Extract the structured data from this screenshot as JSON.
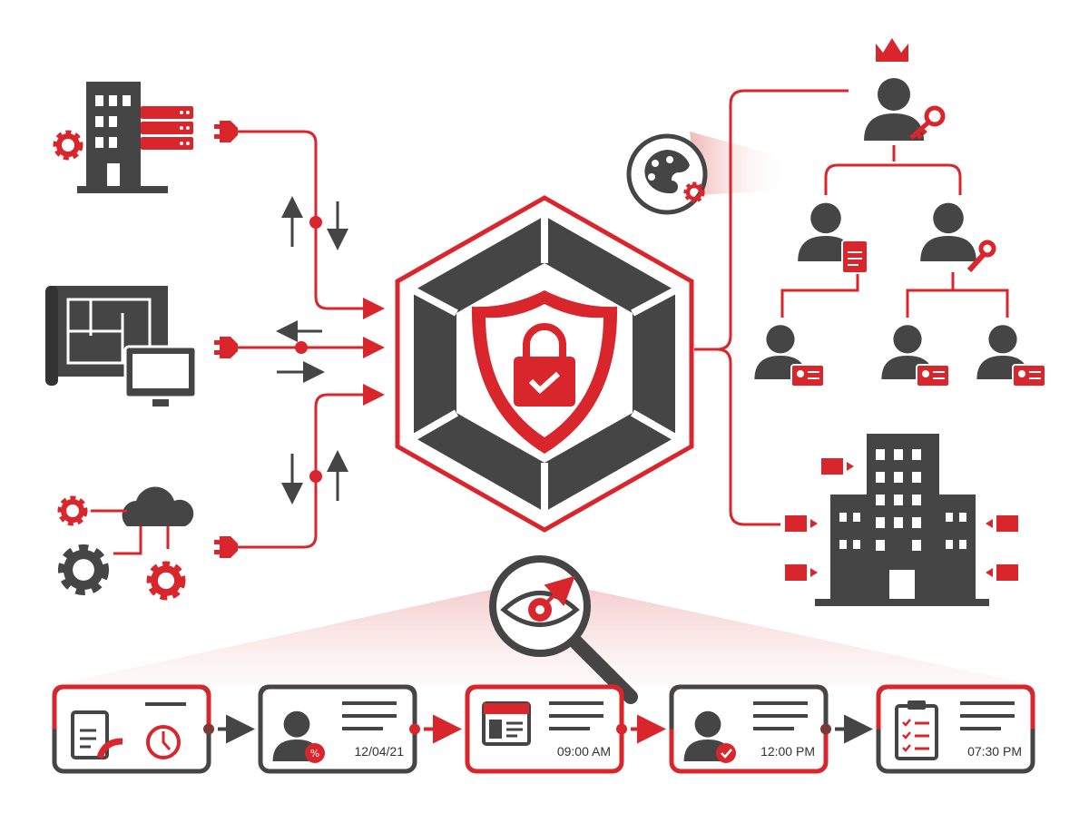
{
  "colors": {
    "accent": "#d9262c",
    "dark": "#454545",
    "background": "#ffffff"
  },
  "sources": [
    {
      "icon": "building-server-gear-icon"
    },
    {
      "icon": "blueprint-monitor-icon"
    },
    {
      "icon": "cloud-gears-icon"
    }
  ],
  "center": {
    "icon": "shield-lock-check-icon"
  },
  "hierarchy": {
    "top": "admin-crown-key-icon",
    "palette": "palette-gear-icon",
    "managers": [
      "user-clipboard-icon",
      "user-wrench-icon"
    ],
    "members": [
      "user-id-card-icon",
      "user-id-card-icon",
      "user-id-card-icon"
    ],
    "organization": "office-building-icon"
  },
  "inspector": {
    "icon": "magnifier-eye-icon"
  },
  "timeline": [
    {
      "icon": "document-clock-icon",
      "timestamp": ""
    },
    {
      "icon": "user-percent-icon",
      "timestamp": "12/04/21"
    },
    {
      "icon": "browser-window-icon",
      "timestamp": "09:00 AM"
    },
    {
      "icon": "user-check-icon",
      "timestamp": "12:00 PM"
    },
    {
      "icon": "clipboard-checklist-icon",
      "timestamp": "07:30 PM"
    }
  ]
}
